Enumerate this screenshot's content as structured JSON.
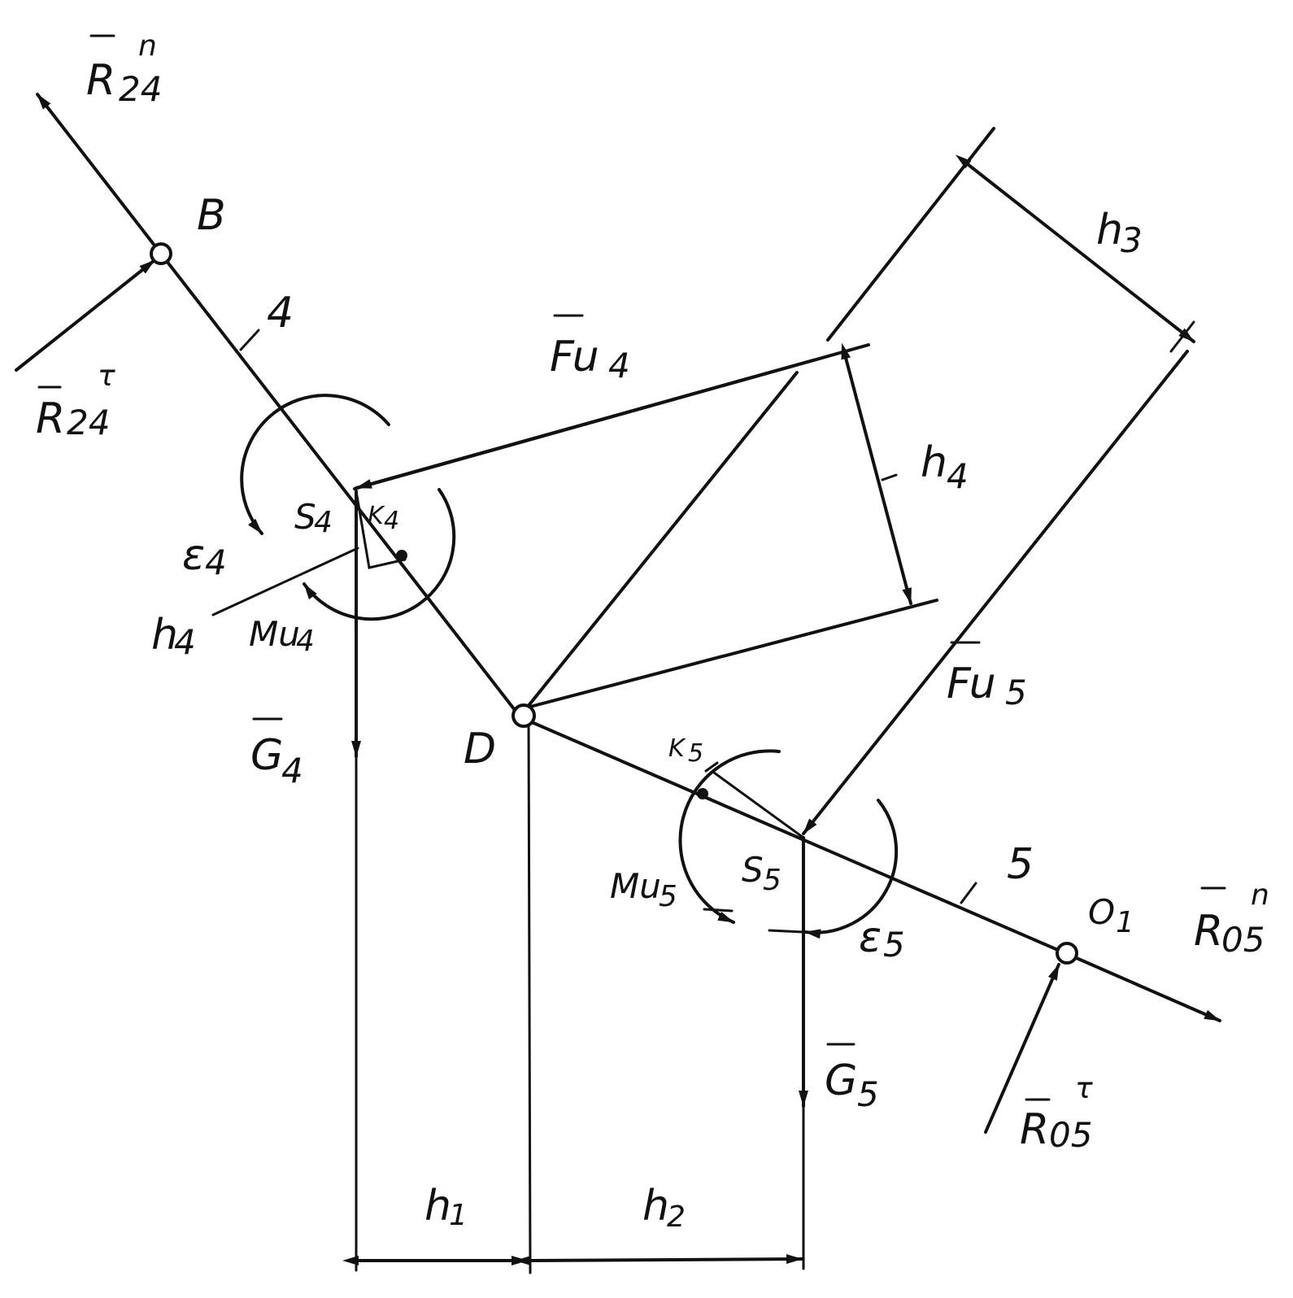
{
  "labels": {
    "B": "B",
    "D": "D",
    "O1": "O",
    "O1_sub": "1",
    "link4": "4",
    "link5": "5",
    "S4": "S",
    "S4_sub": "4",
    "S5": "S",
    "S5_sub": "5",
    "K4": "K",
    "K4_sub": "4",
    "K5": "K",
    "K5_sub": "5",
    "R24n": "R",
    "R24n_sub": "24",
    "R24n_sup": "n",
    "R24t": "R",
    "R24t_sub": "24",
    "R24t_sup": "τ",
    "R05n": "R",
    "R05n_sub": "05",
    "R05n_sup": "n",
    "R05t": "R",
    "R05t_sub": "05",
    "R05t_sup": "τ",
    "Fu4": "Fu",
    "Fu4_sub": "4",
    "Fu5": "Fu",
    "Fu5_sub": "5",
    "G4": "G",
    "G4_sub": "4",
    "G5": "G",
    "G5_sub": "5",
    "Mu4": "Mu",
    "Mu4_sub": "4",
    "Mu5": "Mu",
    "Mu5_sub": "5",
    "E4": "ε",
    "E4_sub": "4",
    "E5": "ε",
    "E5_sub": "5",
    "h1": "h",
    "h1_sub": "1",
    "h2": "h",
    "h2_sub": "2",
    "h3": "h",
    "h3_sub": "3",
    "h4": "h",
    "h4_sub": "4",
    "h4b": "h",
    "h4b_sub": "4"
  }
}
